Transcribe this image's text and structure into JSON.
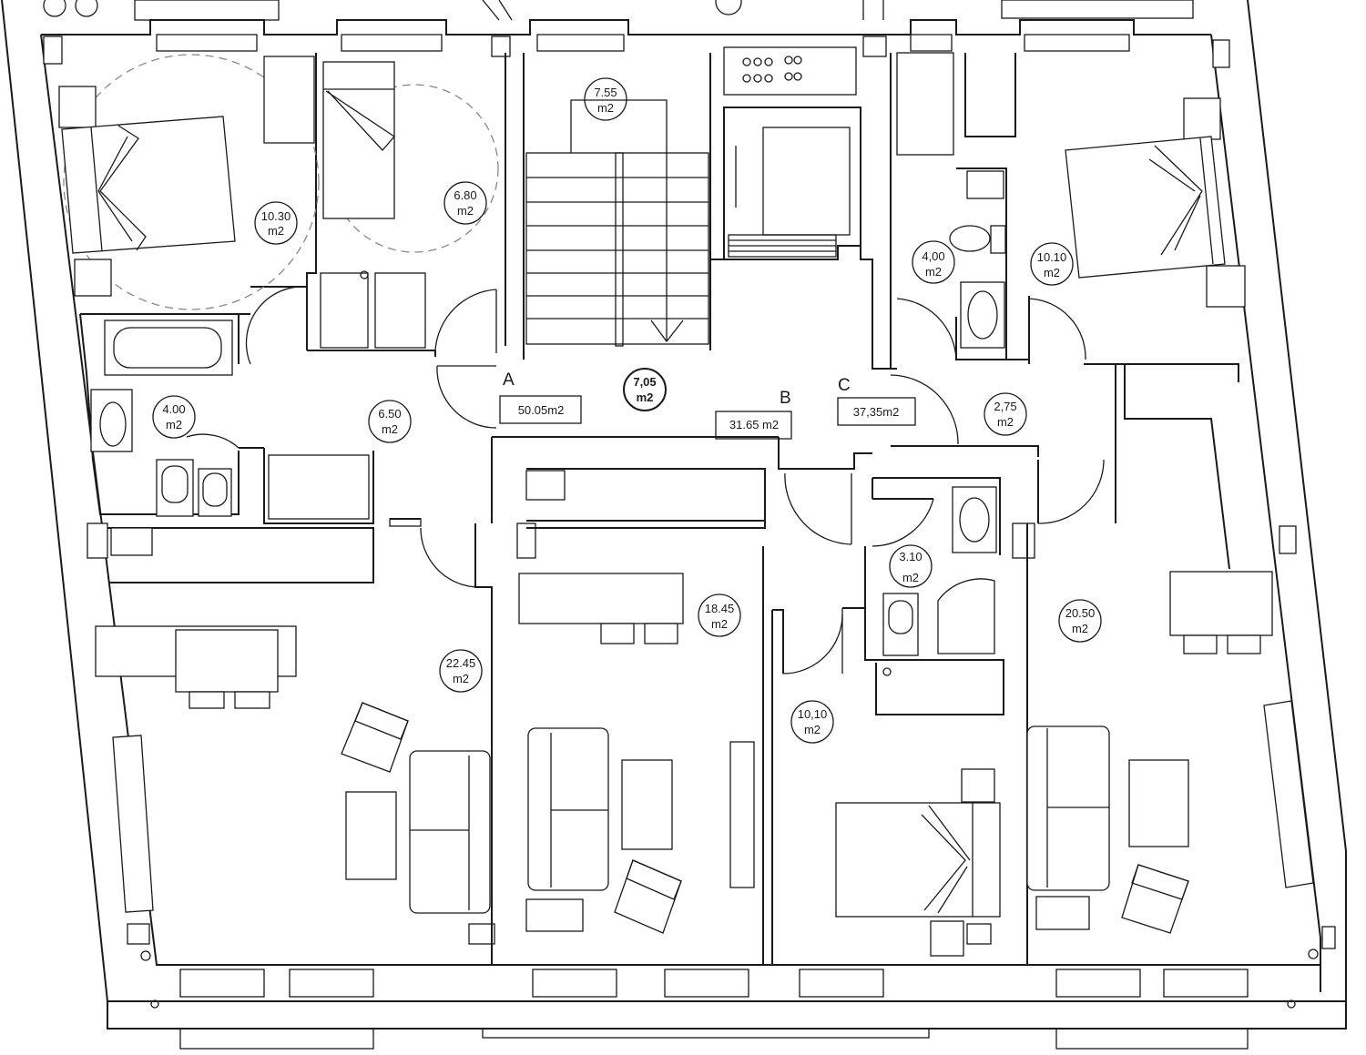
{
  "rooms": [
    {
      "area": "10.30",
      "unit": "m2"
    },
    {
      "area": "6.80",
      "unit": "m2"
    },
    {
      "area": "7.55",
      "unit": "m2"
    },
    {
      "area": "4,00",
      "unit": "m2"
    },
    {
      "area": "10.10",
      "unit": "m2"
    },
    {
      "area": "4.00",
      "unit": "m2"
    },
    {
      "area": "6.50",
      "unit": "m2"
    },
    {
      "area": "7,05",
      "unit": "m2"
    },
    {
      "area": "2,75",
      "unit": "m2"
    },
    {
      "area": "3.10",
      "unit": "m2"
    },
    {
      "area": "18.45",
      "unit": "m2"
    },
    {
      "area": "20.50",
      "unit": "m2"
    },
    {
      "area": "22.45",
      "unit": "m2"
    },
    {
      "area": "10,10",
      "unit": "m2"
    }
  ],
  "units": [
    {
      "label": "A",
      "area": "50.05m2"
    },
    {
      "label": "B",
      "area": "31.65 m2"
    },
    {
      "label": "C",
      "area": "37,35m2"
    }
  ]
}
